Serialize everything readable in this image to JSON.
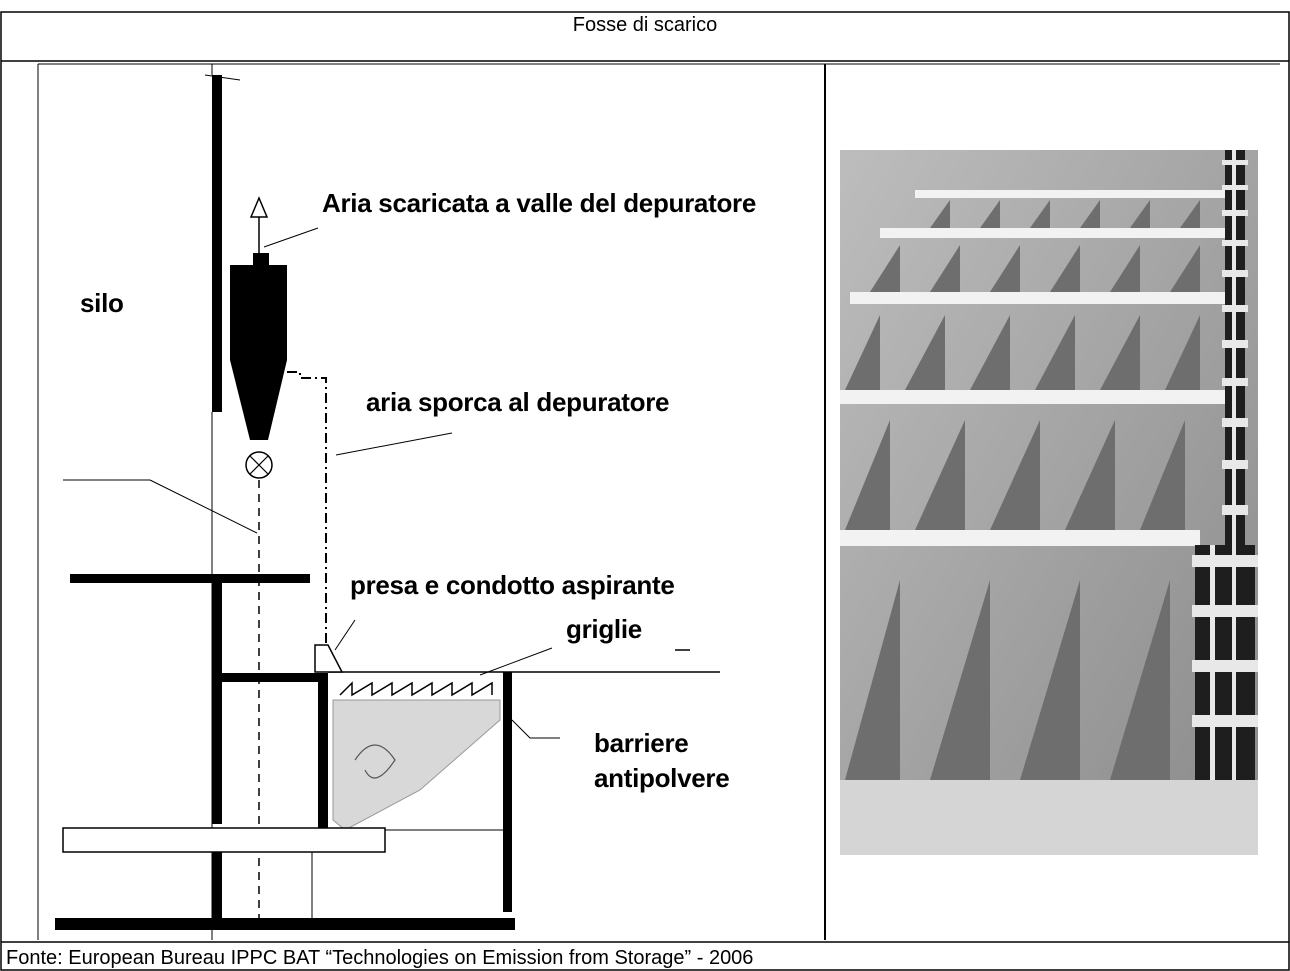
{
  "header": {
    "title": "Fosse di scarico"
  },
  "diagram": {
    "labels": {
      "silo": "silo",
      "air_discharged": "Aria scaricata a valle del depuratore",
      "dirty_air": "aria sporca al depuratore",
      "intake": "presa e condotto aspirante",
      "grids": "griglie",
      "barriers_line1": "barriere",
      "barriers_line2": "antipolvere"
    }
  },
  "photo": {
    "subject": "grating-photo"
  },
  "footer": {
    "source": "Fonte: European Bureau IPPC BAT “Technologies on Emission from Storage” - 2006"
  }
}
